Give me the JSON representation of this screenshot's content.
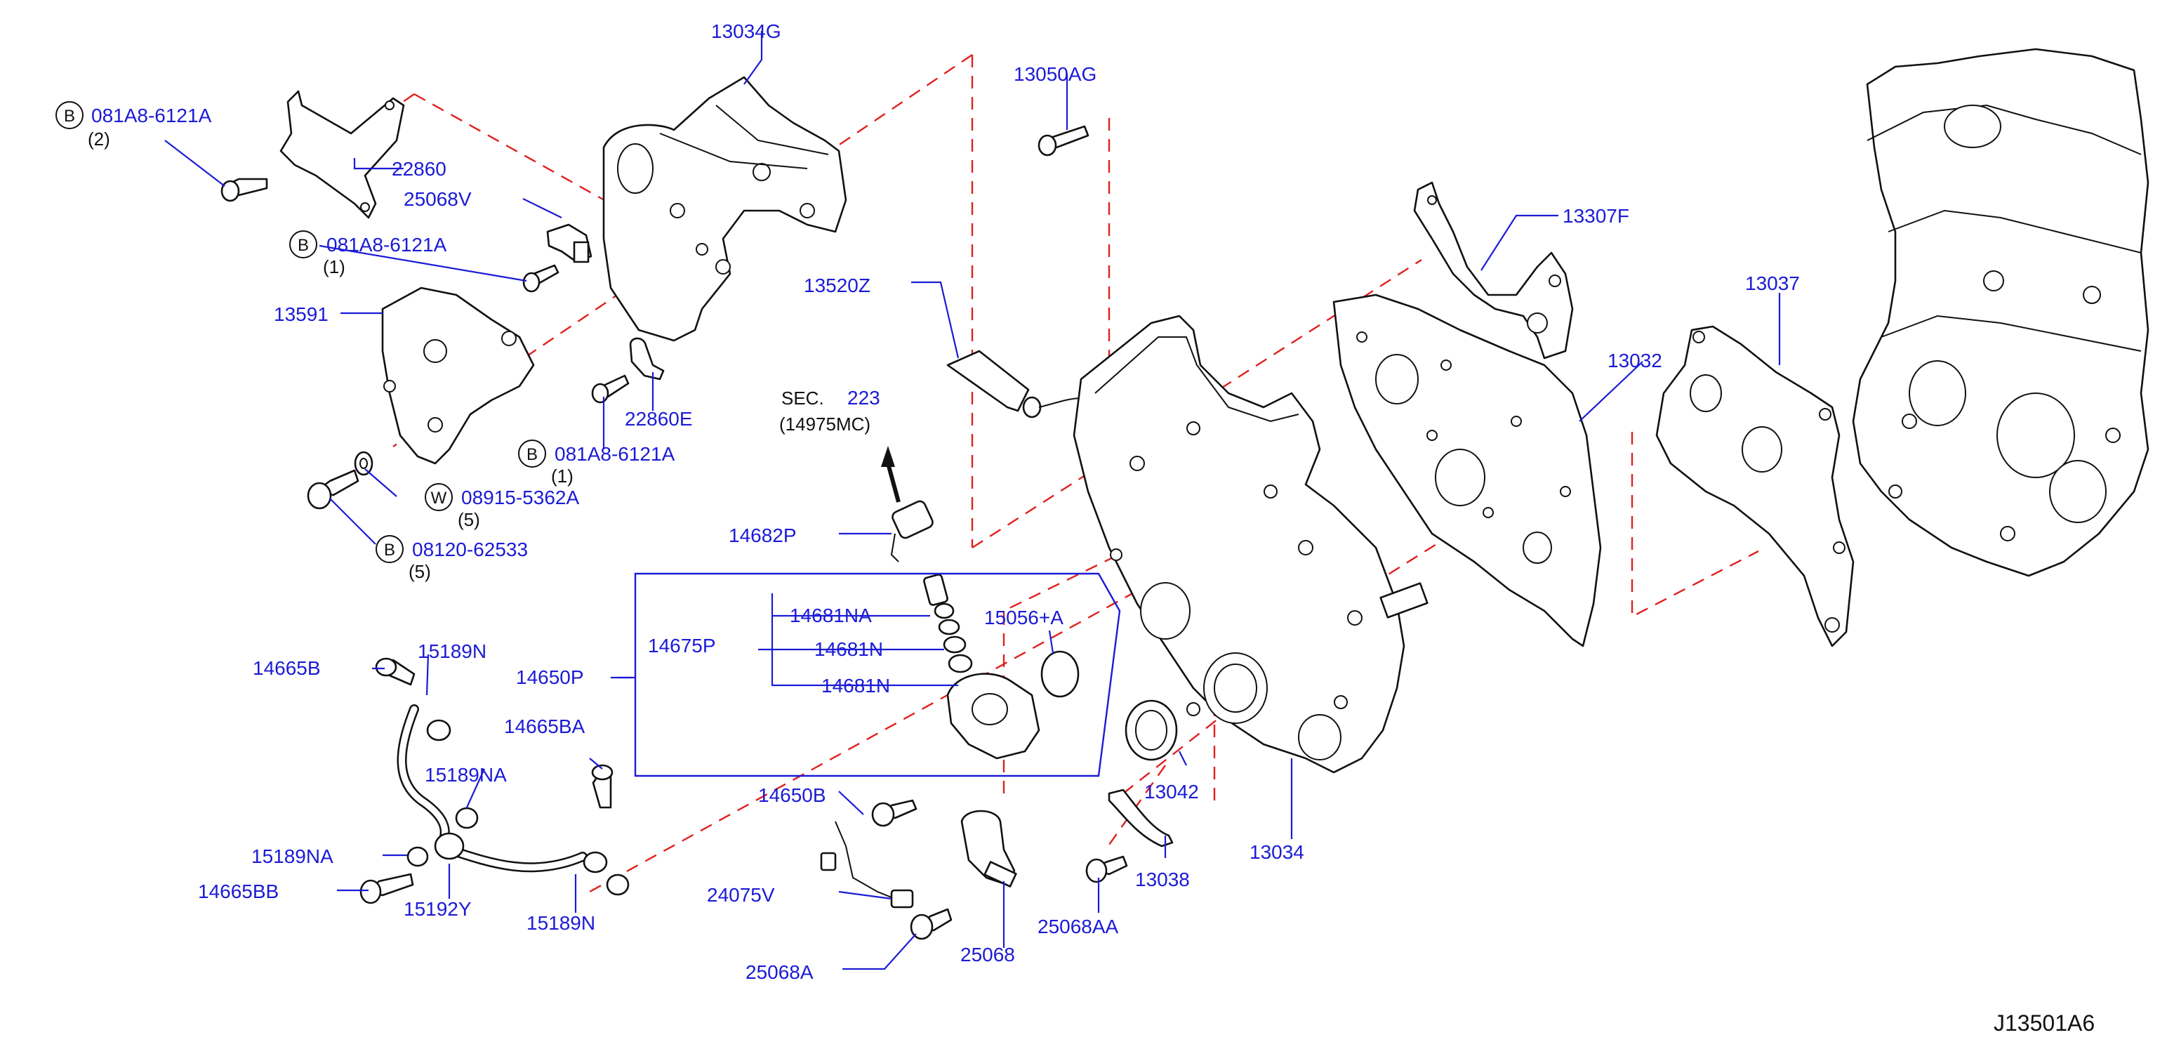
{
  "diagram_id": "J13501A6",
  "section_ref": {
    "prefix": "SEC.",
    "number": "223",
    "sub": "(14975MC)"
  },
  "callouts": [
    {
      "id": "p13034G",
      "label": "13034G"
    },
    {
      "id": "p13050AG",
      "label": "13050AG"
    },
    {
      "id": "p22860",
      "label": "22860"
    },
    {
      "id": "p25068V",
      "label": "25068V"
    },
    {
      "id": "p13591",
      "label": "13591"
    },
    {
      "id": "p22860E",
      "label": "22860E"
    },
    {
      "id": "p13307F",
      "label": "13307F"
    },
    {
      "id": "p13520Z",
      "label": "13520Z"
    },
    {
      "id": "p13032",
      "label": "13032"
    },
    {
      "id": "p13037",
      "label": "13037"
    },
    {
      "id": "p14682P",
      "label": "14682P"
    },
    {
      "id": "p14681NA",
      "label": "14681NA"
    },
    {
      "id": "p14681N_1",
      "label": "14681N"
    },
    {
      "id": "p14681N_2",
      "label": "14681N"
    },
    {
      "id": "p14675P",
      "label": "14675P"
    },
    {
      "id": "p14650P",
      "label": "14650P"
    },
    {
      "id": "p15056A",
      "label": "15056+A"
    },
    {
      "id": "p14665B",
      "label": "14665B"
    },
    {
      "id": "p15189N_1",
      "label": "15189N"
    },
    {
      "id": "p14665BA",
      "label": "14665BA"
    },
    {
      "id": "p15189NA_1",
      "label": "15189NA"
    },
    {
      "id": "p15189NA_2",
      "label": "15189NA"
    },
    {
      "id": "p14665BB",
      "label": "14665BB"
    },
    {
      "id": "p15192Y",
      "label": "15192Y"
    },
    {
      "id": "p15189N_2",
      "label": "15189N"
    },
    {
      "id": "p14650B",
      "label": "14650B"
    },
    {
      "id": "p13042",
      "label": "13042"
    },
    {
      "id": "p13034",
      "label": "13034"
    },
    {
      "id": "p13038",
      "label": "13038"
    },
    {
      "id": "p24075V",
      "label": "24075V"
    },
    {
      "id": "p25068",
      "label": "25068"
    },
    {
      "id": "p25068AA",
      "label": "25068AA"
    },
    {
      "id": "p25068A",
      "label": "25068A"
    }
  ],
  "fasteners": [
    {
      "id": "f1",
      "marker": "B",
      "label": "081A8-6121A",
      "qty": "(2)"
    },
    {
      "id": "f2",
      "marker": "B",
      "label": "081A8-6121A",
      "qty": "(1)"
    },
    {
      "id": "f3",
      "marker": "B",
      "label": "081A8-6121A",
      "qty": "(1)"
    },
    {
      "id": "f4",
      "marker": "W",
      "label": "08915-5362A",
      "qty": "(5)"
    },
    {
      "id": "f5",
      "marker": "B",
      "label": "08120-62533",
      "qty": "(5)"
    }
  ],
  "colors": {
    "callout": "#1b1bd6",
    "dashed_guide": "#e0201e",
    "part_outline": "#111111"
  }
}
